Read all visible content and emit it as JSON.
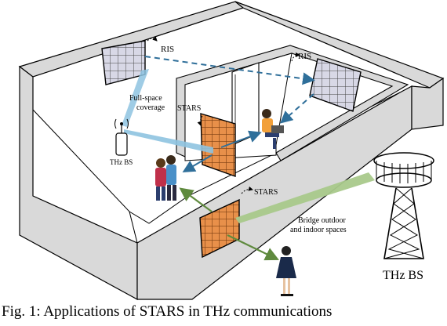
{
  "labels": {
    "ris_left": "RIS",
    "ris_right": "RIS",
    "full_space_1": "Full-space",
    "full_space_2": "coverage",
    "stars_inner": "STARS",
    "stars_outer": "STARS",
    "thz_bs_small": "THz BS",
    "thz_bs_large": "THz BS",
    "bridge_1": "Bridge outdoor",
    "bridge_2": "and indoor spaces"
  },
  "caption": "Fig. 1: Applications of STARS in THz communications",
  "colors": {
    "wall_gray": "#d9d9d9",
    "blue_beam": "#4a90b8",
    "green_beam": "#7fa85a",
    "stars_panel": "#e58a3a",
    "ris_panel": "#cfcfe0"
  }
}
